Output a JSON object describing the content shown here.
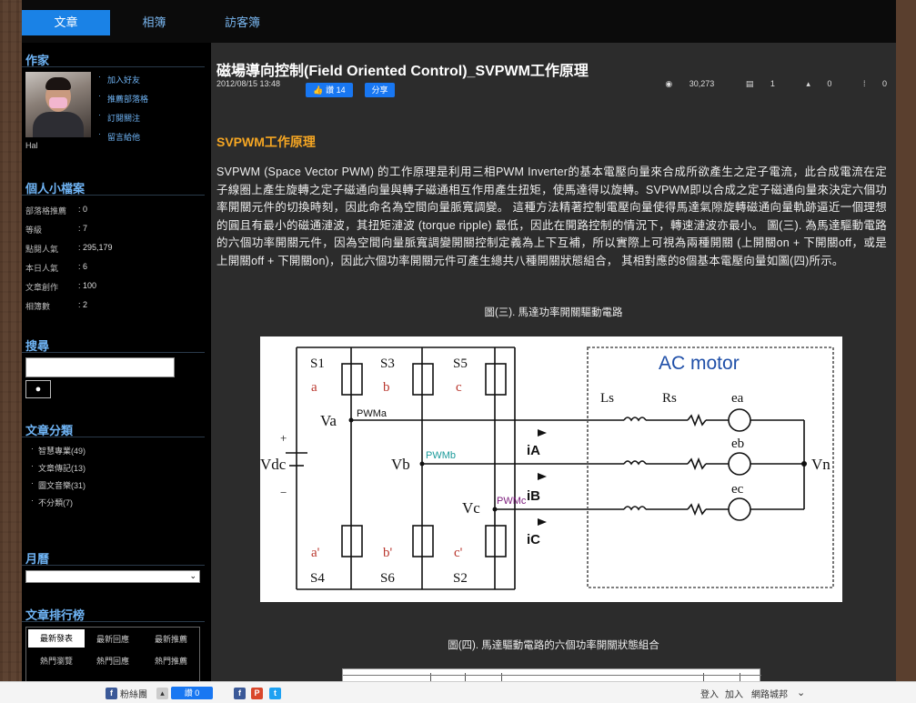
{
  "nav": {
    "tabs": [
      "文章",
      "相簿",
      "訪客簿"
    ]
  },
  "sidebar": {
    "author_title": "作家",
    "author_name": "Hal",
    "author_links": [
      "加入好友",
      "推薦部落格",
      "訂閱關注",
      "留言給他"
    ],
    "profile_title": "個人小檔案",
    "profile": [
      {
        "label": "部落格推薦",
        "value": ": 0"
      },
      {
        "label": "等級",
        "value": ": 7"
      },
      {
        "label": "點閱人氣",
        "value": ": 295,179"
      },
      {
        "label": "本日人氣",
        "value": ": 6"
      },
      {
        "label": "文章創作",
        "value": ": 100"
      },
      {
        "label": "相簿數",
        "value": ": 2"
      }
    ],
    "search_title": "搜尋",
    "search_button": "●",
    "category_title": "文章分類",
    "categories": [
      "智慧專業(49)",
      "文章傳記(13)",
      "圖文音樂(31)",
      "不分類(7)"
    ],
    "month_title": "月曆",
    "month_arrow": "⌄",
    "rank_title": "文章排行榜",
    "rank_tabs": [
      "最新發表",
      "最新回應",
      "最新推薦",
      "熱門瀏覽",
      "熱門回應",
      "熱門推薦"
    ]
  },
  "article": {
    "title": "磁場導向控制(Field Oriented Control)_SVPWM工作原理",
    "date": "2012/08/15 13:48",
    "like_label": "讚 14",
    "share_label": "分享",
    "views": "30,273",
    "comments": "1",
    "likes": "0",
    "other": "0",
    "section_title": "SVPWM工作原理",
    "paragraph": "SVPWM (Space Vector PWM) 的工作原理是利用三相PWM Inverter的基本電壓向量來合成所欲產生之定子電流，此合成電流在定子線圈上產生旋轉之定子磁通向量與轉子磁通相互作用產生扭矩，使馬達得以旋轉。SVPWM即以合成之定子磁通向量來決定六個功率開關元件的切換時刻，因此命名為空間向量脈寬調變。 這種方法精著控制電壓向量使得馬達氣隙旋轉磁通向量軌跡逼近一個理想的圓且有最小的磁通漣波，其扭矩漣波 (torque ripple) 最低，因此在開路控制的情況下，轉速漣波亦最小。 圖(三). 為馬達驅動電路的六個功率開關元件，因為空間向量脈寬調變開關控制定義為上下互補，所以實際上可視為兩種開關 (上開關on + 下開關off，或是上開關off + 下開關on)，因此六個功率開關元件可產生總共八種開關狀態組合， 其相對應的8個基本電壓向量如圖(四)所示。",
    "caption3": "圖(三). 馬達功率開關驅動電路",
    "caption4": "圖(四). 馬達驅動電路的六個功率開關狀態組合"
  },
  "figure": {
    "motor_label": "AC motor",
    "switches_top": [
      "S1",
      "S3",
      "S5"
    ],
    "switches_bottom": [
      "S4",
      "S6",
      "S2"
    ],
    "gates_top": [
      "a",
      "b",
      "c"
    ],
    "gates_bottom": [
      "a'",
      "b'",
      "c'"
    ],
    "phase_nodes": [
      "Va",
      "Vb",
      "Vc"
    ],
    "pwm_labels": [
      "PWMa",
      "PWMb",
      "PWMc"
    ],
    "currents": [
      "iA",
      "iB",
      "iC"
    ],
    "inductor": "Ls",
    "resistor": "Rs",
    "emf": [
      "ea",
      "eb",
      "ec"
    ],
    "neutral": "Vn",
    "dc": "Vdc",
    "plus": "+",
    "minus": "−"
  },
  "bottombar": {
    "fans": "粉絲團",
    "like": "讚 0",
    "login": "登入",
    "join": "加入",
    "mail": "網路城邦"
  }
}
